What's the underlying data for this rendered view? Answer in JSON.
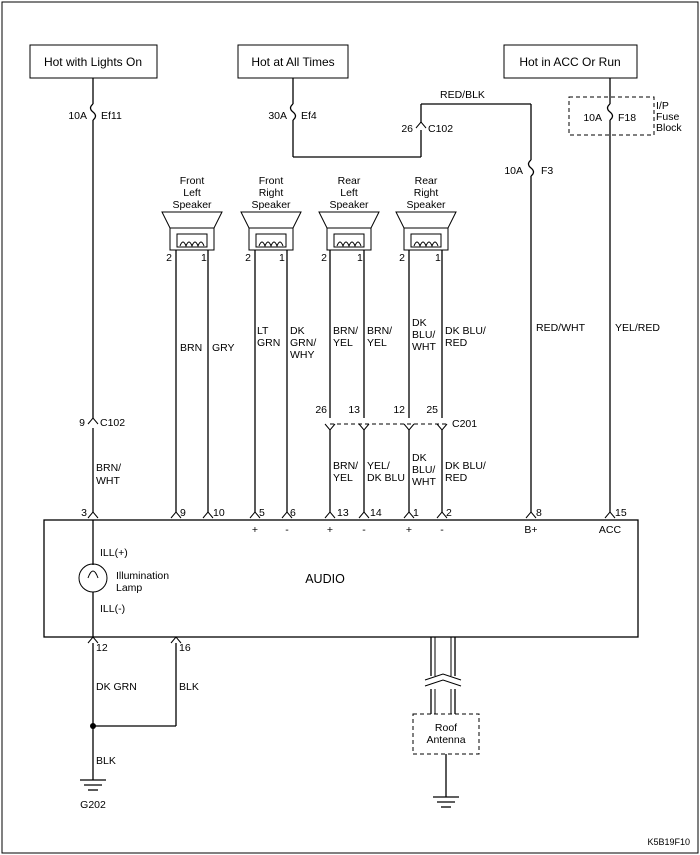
{
  "diagram": {
    "id": "K5B19F10",
    "power": {
      "lights_on": "Hot with Lights On",
      "all_times": "Hot at All Times",
      "acc_run": "Hot in ACC Or Run"
    },
    "fuses": {
      "ef11_amp": "10A",
      "ef11": "Ef11",
      "ef4_amp": "30A",
      "ef4": "Ef4",
      "f3_amp": "10A",
      "f3": "F3",
      "f18_amp": "10A",
      "f18": "F18",
      "fuse_block": [
        "I/P",
        "Fuse",
        "Block"
      ]
    },
    "connectors": {
      "c102_top_pin": "26",
      "c102_top": "C102",
      "c102_left_pin": "9",
      "c102_left": "C102",
      "c201": "C201",
      "c201_pins": [
        "26",
        "13",
        "12",
        "25"
      ]
    },
    "speakers": [
      {
        "name": [
          "Front",
          "Left",
          "Speaker"
        ],
        "pins": [
          "2",
          "1"
        ]
      },
      {
        "name": [
          "Front",
          "Right",
          "Speaker"
        ],
        "pins": [
          "2",
          "1"
        ]
      },
      {
        "name": [
          "Rear",
          "Left",
          "Speaker"
        ],
        "pins": [
          "2",
          "1"
        ]
      },
      {
        "name": [
          "Rear",
          "Right",
          "Speaker"
        ],
        "pins": [
          "2",
          "1"
        ]
      }
    ],
    "wires": {
      "red_blk": "RED/BLK",
      "red_wht": "RED/WHT",
      "yel_red": "YEL/RED",
      "brn_wht": [
        "BRN/",
        "WHT"
      ],
      "fl_brn": "BRN",
      "fl_gry": "GRY",
      "fr_ltgrn": [
        "LT",
        "GRN"
      ],
      "fr_dkgrn": [
        "DK",
        "GRN/",
        "WHY"
      ],
      "rl_brnyel_a": [
        "BRN/",
        "YEL"
      ],
      "rl_brnyel_b": [
        "BRN/",
        "YEL"
      ],
      "rr_dkbluwht": [
        "DK",
        "BLU/",
        "WHT"
      ],
      "rr_dkblured": [
        "DK BLU/",
        "RED"
      ],
      "low_brnyel": [
        "BRN/",
        "YEL"
      ],
      "low_yeldkblu": [
        "YEL/",
        "DK BLU"
      ],
      "low_dkbluwht": [
        "DK",
        "BLU/",
        "WHT"
      ],
      "low_dkblured": [
        "DK BLU/",
        "RED"
      ],
      "dk_grn": "DK GRN",
      "blk_16": "BLK",
      "blk_ground": "BLK"
    },
    "audio": {
      "title": "AUDIO",
      "pins": [
        "3",
        "9",
        "10",
        "5",
        "6",
        "13",
        "14",
        "1",
        "2",
        "8",
        "15"
      ],
      "polarity": [
        "+",
        "-",
        "+",
        "-",
        "+",
        "-"
      ],
      "bplus": "B+",
      "acc": "ACC",
      "ill_plus": "ILL(+)",
      "ill_minus": "ILL(-)",
      "lamp": [
        "Illumination",
        "Lamp"
      ],
      "bottom_pins": [
        "12",
        "16"
      ]
    },
    "antenna": [
      "Roof",
      "Antenna"
    ],
    "ground": "G202"
  }
}
